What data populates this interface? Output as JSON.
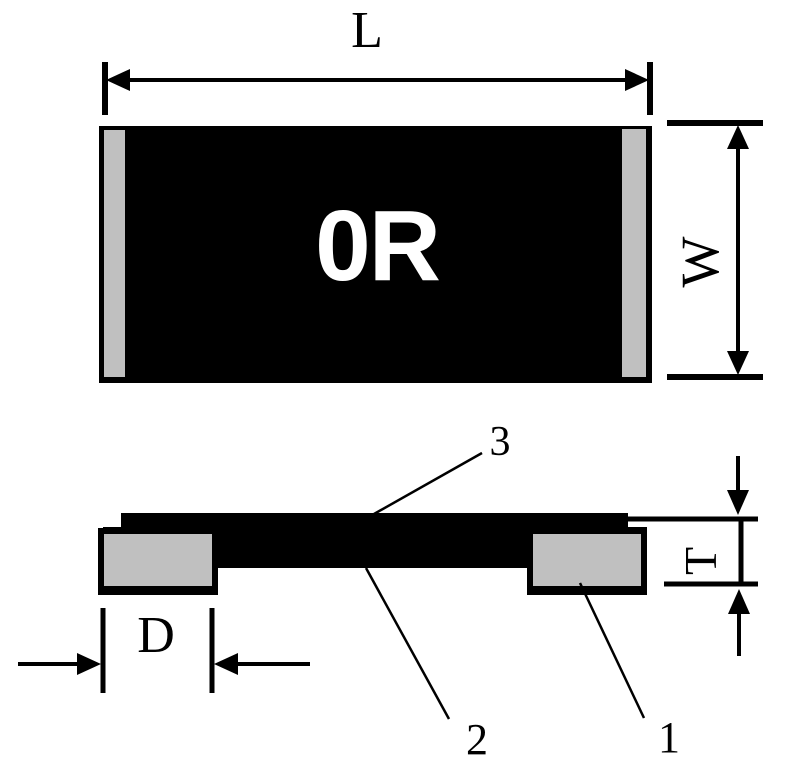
{
  "figure": {
    "marking": "0R",
    "dimension_labels": {
      "length": "L",
      "width": "W",
      "thickness": "T",
      "electrode_width": "D"
    },
    "callout_labels": {
      "electrode": "1",
      "resistor_body": "2",
      "overcoat": "3"
    },
    "colors": {
      "ink": "#000000",
      "body": "#000000",
      "electrode": "#c0c0c0",
      "marking": "#ffffff",
      "background": "#ffffff"
    }
  }
}
